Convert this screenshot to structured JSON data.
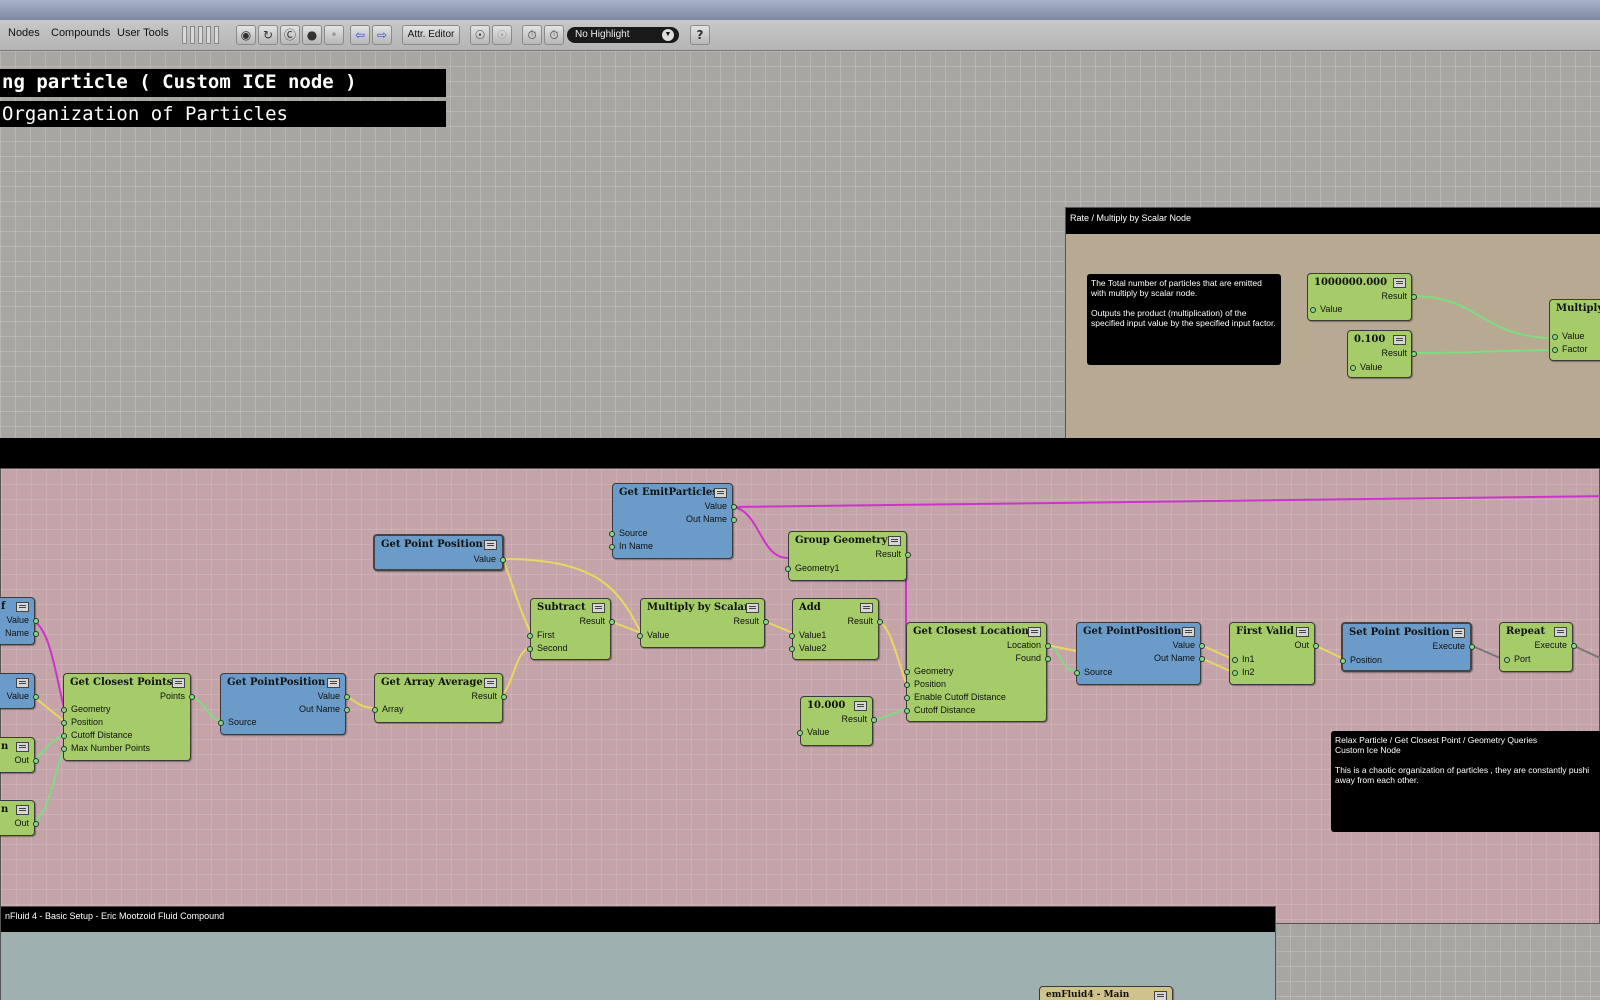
{
  "menu": {
    "nodes": "Nodes",
    "compounds": "Compounds",
    "user_tools": "User Tools"
  },
  "toolbar": {
    "attr_editor": "Attr. Editor",
    "highlight": "No Highlight",
    "help": "?"
  },
  "titles": {
    "main": "ng particle ( Custom ICE node )",
    "sub": "Organization of Particles"
  },
  "frames": {
    "rate": "Rate /  Multiply by Scalar Node",
    "bottom": "nFluid 4 - Basic Setup - Eric Mootzoid Fluid Compound"
  },
  "notes": {
    "rate": "The Total number of particles that are emitted with multiply by scalar node.\n\nOutputs the product (multiplication) of the specified input value by the specified input factor.",
    "relax": "Relax Particle / Get Closest Point / Geometry Queries\nCustom Ice Node\n\nThis is a chaotic organization of particles , they are constantly pushi away from each other."
  },
  "nodes": {
    "n1000000": {
      "title": "1000000.000",
      "out": "Result",
      "in": "Value"
    },
    "n0100": {
      "title": "0.100",
      "out": "Result",
      "in": "Value"
    },
    "multiply_rate": {
      "title": "Multiply b",
      "in1": "Value",
      "in2": "Factor"
    },
    "get_emit": {
      "title": "Get EmitParticles",
      "out1": "Value",
      "out2": "Out Name",
      "in1": "Source",
      "in2": "In Name"
    },
    "group_geo": {
      "title": "Group Geometry",
      "out": "Result",
      "in": "Geometry1"
    },
    "get_point_pos_top": {
      "title": "Get Point Position",
      "out": "Value"
    },
    "subtract": {
      "title": "Subtract",
      "out": "Result",
      "in1": "First",
      "in2": "Second"
    },
    "multiply_scalar": {
      "title": "Multiply by Scalar",
      "out": "Result",
      "in": "Value"
    },
    "add": {
      "title": "Add",
      "out": "Result",
      "in1": "Value1",
      "in2": "Value2"
    },
    "n10000": {
      "title": "10.000",
      "out": "Result",
      "in": "Value"
    },
    "get_closest_loc": {
      "title": "Get Closest Location",
      "out1": "Location",
      "out2": "Found",
      "in1": "Geometry",
      "in2": "Position",
      "in3": "Enable Cutoff Distance",
      "in4": "Cutoff Distance"
    },
    "get_point_pos_right": {
      "title": "Get PointPosition",
      "out1": "Value",
      "out2": "Out Name",
      "in": "Source"
    },
    "first_valid": {
      "title": "First Valid",
      "out": "Out",
      "in1": "In1",
      "in2": "In2"
    },
    "set_point_pos": {
      "title": "Set Point Position",
      "out": "Execute",
      "in": "Position"
    },
    "repeat": {
      "title": "Repeat",
      "out": "Execute",
      "in": "Port"
    },
    "get_closest_points": {
      "title": "Get Closest Points",
      "out": "Points",
      "in1": "Geometry",
      "in2": "Position",
      "in3": "Cutoff Distance",
      "in4": "Max Number Points"
    },
    "get_point_pos_left": {
      "title": "Get PointPosition",
      "out1": "Value",
      "out2": "Out Name",
      "in": "Source"
    },
    "get_array_avg": {
      "title": "Get Array Average",
      "out": "Result",
      "in": "Array"
    },
    "edge_a": {
      "title": "f",
      "out1": "Value",
      "out2": "Name"
    },
    "edge_b": {
      "out": "Value"
    },
    "edge_c": {
      "title": "n",
      "out": "Out"
    },
    "edge_d": {
      "title": "n",
      "out": "Out"
    },
    "bottom_node": {
      "title": "emFluid4 - Main"
    }
  },
  "colors": {
    "green_node": "#a6cc6a",
    "blue_node": "#6b9cc9",
    "pink_frame": "#c4a4a8",
    "rate_frame": "#b8a992",
    "teal_frame": "#9fb0b0",
    "wire_green": "#7fdc7f",
    "wire_yellow": "#e8d860",
    "wire_magenta": "#cc33cc"
  }
}
